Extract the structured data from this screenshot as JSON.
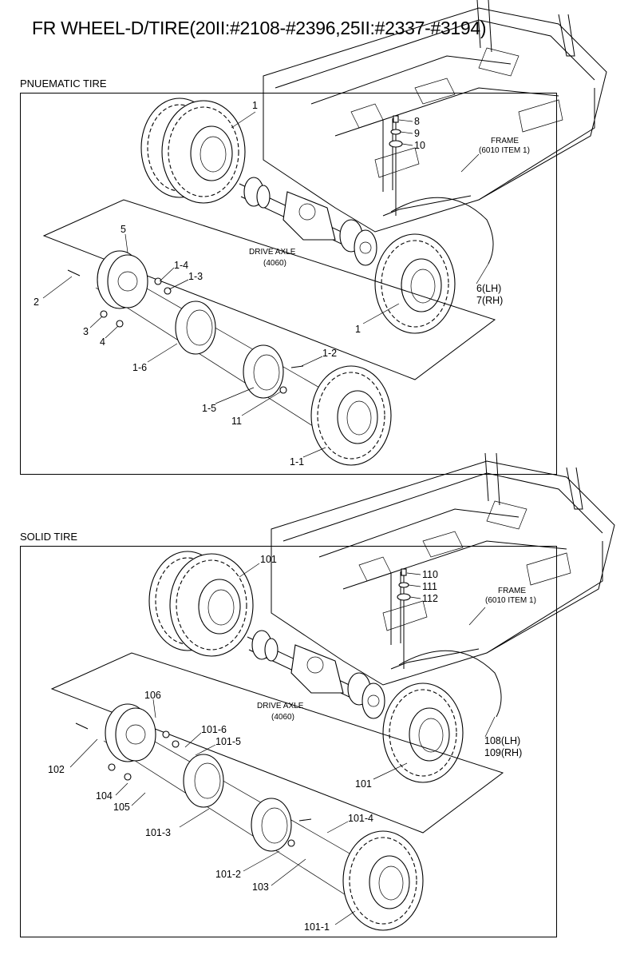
{
  "title": "FR WHEEL-D/TIRE(20II:#2108-#2396,25II:#2337-#3194)",
  "sections": [
    {
      "name": "PNUEMATIC TIRE",
      "frame_label": "FRAME",
      "frame_ref": "(6010 ITEM 1)",
      "axle_label": "DRIVE AXLE",
      "axle_ref": "(4060)",
      "callouts": [
        "1",
        "1",
        "5",
        "1-4",
        "1-3",
        "2",
        "3",
        "4",
        "1-6",
        "1-2",
        "1-5",
        "11",
        "1-1",
        "8",
        "9",
        "10",
        "6(LH)",
        "7(RH)"
      ]
    },
    {
      "name": "SOLID TIRE",
      "frame_label": "FRAME",
      "frame_ref": "(6010 ITEM 1)",
      "axle_label": "DRIVE AXLE",
      "axle_ref": "(4060)",
      "callouts": [
        "101",
        "101",
        "106",
        "101-6",
        "101-5",
        "102",
        "104",
        "105",
        "101-3",
        "101-4",
        "101-2",
        "103",
        "101-1",
        "110",
        "111",
        "112",
        "108(LH)",
        "109(RH)"
      ]
    }
  ]
}
